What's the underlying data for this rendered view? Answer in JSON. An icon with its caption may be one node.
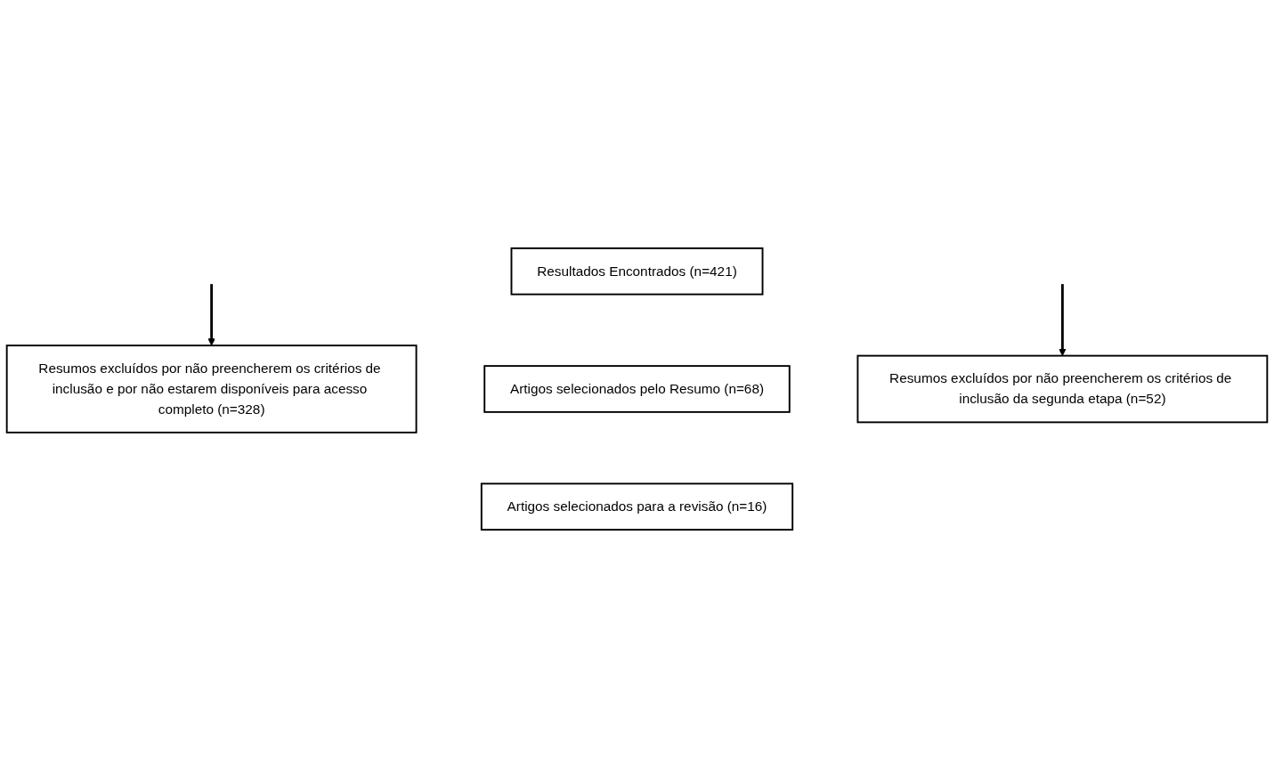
{
  "diagram": {
    "nodes": [
      {
        "text": [
          "Resultados Encontrados (n=421)"
        ]
      },
      {
        "text": [
          "Resumos excluídos por não preencherem os critérios de inclusão e por não estarem disponíveis para acesso completo (n=328)"
        ]
      },
      {
        "text": [
          "Artigos selecionados pelo Resumo (n=68)"
        ]
      },
      {
        "text": [
          "Resumos excluídos por não preencherem os critérios de inclusão da segunda etapa (n=52)"
        ]
      },
      {
        "text": [
          "Artigos selecionados para a revisão (n=16)"
        ]
      }
    ],
    "edges": [
      {
        "from": null,
        "to": 1,
        "arrow": "to"
      },
      {
        "from": null,
        "to": 3,
        "arrow": "to"
      }
    ]
  }
}
